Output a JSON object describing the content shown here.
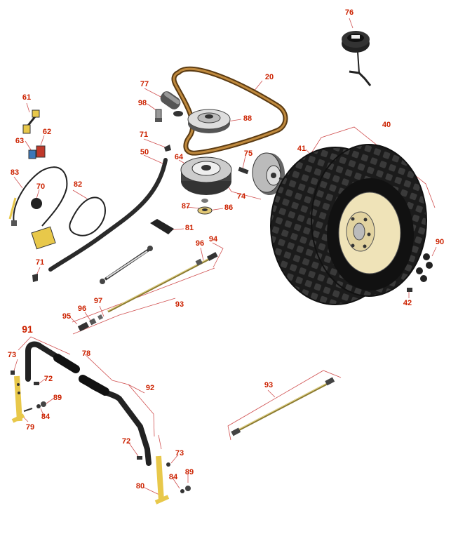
{
  "colors": {
    "callout": "#cc2200",
    "leader": "#d05050",
    "tire": "#1b1b1b",
    "tire_tread": "#2e2e2e",
    "rim": "#efe3b8",
    "metal_dark": "#444444",
    "metal_light": "#d8d8d8",
    "belt": "#8b5a1e",
    "gold": "#e8c84a",
    "hose": "#2a2a2a"
  },
  "icons": {
    "rear_wheel": "wheel-icon",
    "belt": "belt-icon",
    "pulley": "pulley-icon",
    "clutch": "clutch-icon",
    "cap": "fuel-cap-icon",
    "rod": "rod-icon",
    "lever": "lever-icon",
    "cable": "cable-icon",
    "key": "key-icon"
  },
  "callouts": [
    {
      "id": "c76",
      "label": "76"
    },
    {
      "id": "c20",
      "label": "20"
    },
    {
      "id": "c77",
      "label": "77"
    },
    {
      "id": "c98",
      "label": "98"
    },
    {
      "id": "c88",
      "label": "88"
    },
    {
      "id": "c61",
      "label": "61"
    },
    {
      "id": "c62",
      "label": "62"
    },
    {
      "id": "c63",
      "label": "63"
    },
    {
      "id": "c71a",
      "label": "71"
    },
    {
      "id": "c50",
      "label": "50"
    },
    {
      "id": "c64",
      "label": "64"
    },
    {
      "id": "c75",
      "label": "75"
    },
    {
      "id": "c40",
      "label": "40"
    },
    {
      "id": "c41",
      "label": "41"
    },
    {
      "id": "c83",
      "label": "83"
    },
    {
      "id": "c70",
      "label": "70"
    },
    {
      "id": "c82",
      "label": "82"
    },
    {
      "id": "c74",
      "label": "74"
    },
    {
      "id": "c87",
      "label": "87"
    },
    {
      "id": "c86",
      "label": "86"
    },
    {
      "id": "c81",
      "label": "81"
    },
    {
      "id": "c94",
      "label": "94"
    },
    {
      "id": "c96a",
      "label": "96"
    },
    {
      "id": "c90",
      "label": "90"
    },
    {
      "id": "c71b",
      "label": "71"
    },
    {
      "id": "c42",
      "label": "42"
    },
    {
      "id": "c97",
      "label": "97"
    },
    {
      "id": "c93a",
      "label": "93"
    },
    {
      "id": "c96b",
      "label": "96"
    },
    {
      "id": "c95",
      "label": "95"
    },
    {
      "id": "c91",
      "label": "91",
      "big": true
    },
    {
      "id": "c78",
      "label": "78"
    },
    {
      "id": "c73a",
      "label": "73"
    },
    {
      "id": "c72a",
      "label": "72"
    },
    {
      "id": "c89a",
      "label": "89"
    },
    {
      "id": "c84a",
      "label": "84"
    },
    {
      "id": "c79",
      "label": "79"
    },
    {
      "id": "c92",
      "label": "92"
    },
    {
      "id": "c93b",
      "label": "93"
    },
    {
      "id": "c72b",
      "label": "72"
    },
    {
      "id": "c73b",
      "label": "73"
    },
    {
      "id": "c89b",
      "label": "89"
    },
    {
      "id": "c84b",
      "label": "84"
    },
    {
      "id": "c80",
      "label": "80"
    }
  ]
}
